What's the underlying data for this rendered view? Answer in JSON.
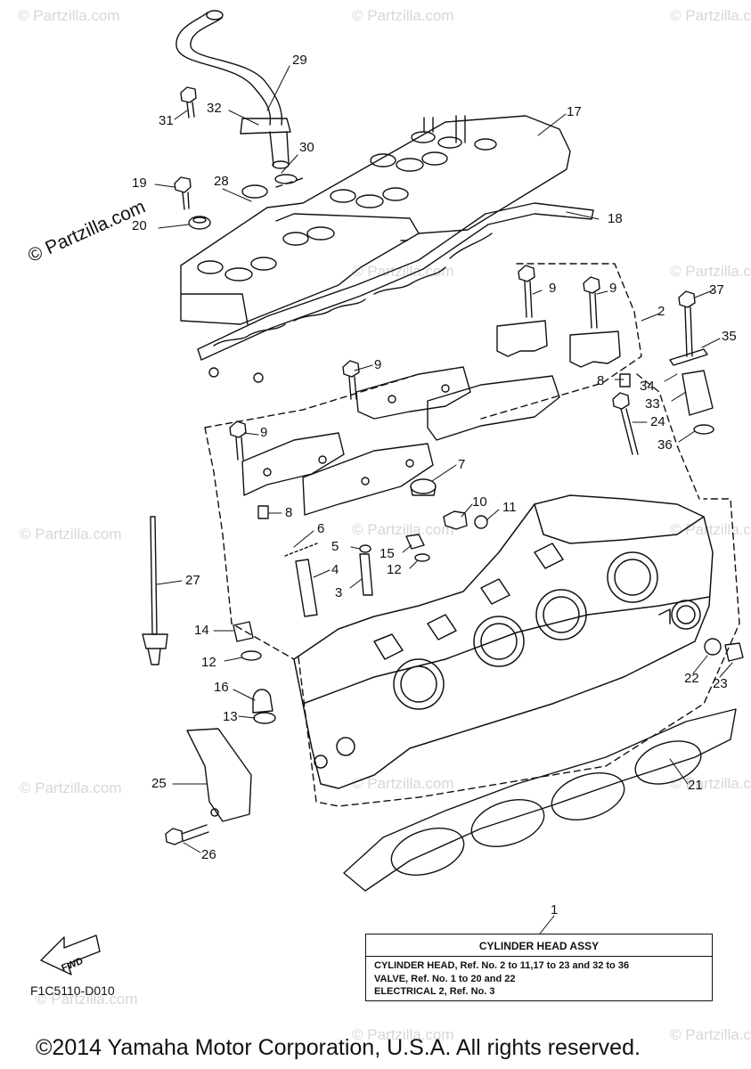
{
  "watermark": {
    "text": "© Partzilla.com",
    "prominent_text": "© Partzilla.com"
  },
  "diagram_code": "F1C5110-D010",
  "copyright": "©2014 Yamaha Motor Corporation, U.S.A. All rights reserved.",
  "fwd_label": "FWD",
  "legend": {
    "ref": "1",
    "title": "CYLINDER HEAD ASSY",
    "lines": [
      "CYLINDER HEAD,  Ref. No. 2 to 11,17 to 23 and 32 to 36",
      "VALVE, Ref. No. 1 to 20 and 22",
      "ELECTRICAL 2, Ref. No. 3"
    ]
  },
  "callouts": {
    "c29": "29",
    "c17": "17",
    "c31": "31",
    "c32": "32",
    "c30": "30",
    "c19": "19",
    "c28": "28",
    "c18": "18",
    "c20": "20",
    "c9a": "9",
    "c9b": "9",
    "c2": "2",
    "c37": "37",
    "c35": "35",
    "c9c": "9",
    "c8a": "8",
    "c34": "34",
    "c33": "33",
    "c24": "24",
    "c9d": "9",
    "c36": "36",
    "c7": "7",
    "c8b": "8",
    "c10": "10",
    "c11": "11",
    "c6": "6",
    "c5": "5",
    "c15": "15",
    "c4": "4",
    "c12a": "12",
    "c3": "3",
    "c27": "27",
    "c14": "14",
    "c12b": "12",
    "c16": "16",
    "c13": "13",
    "c22": "22",
    "c23": "23",
    "c25": "25",
    "c21": "21",
    "c26": "26"
  }
}
